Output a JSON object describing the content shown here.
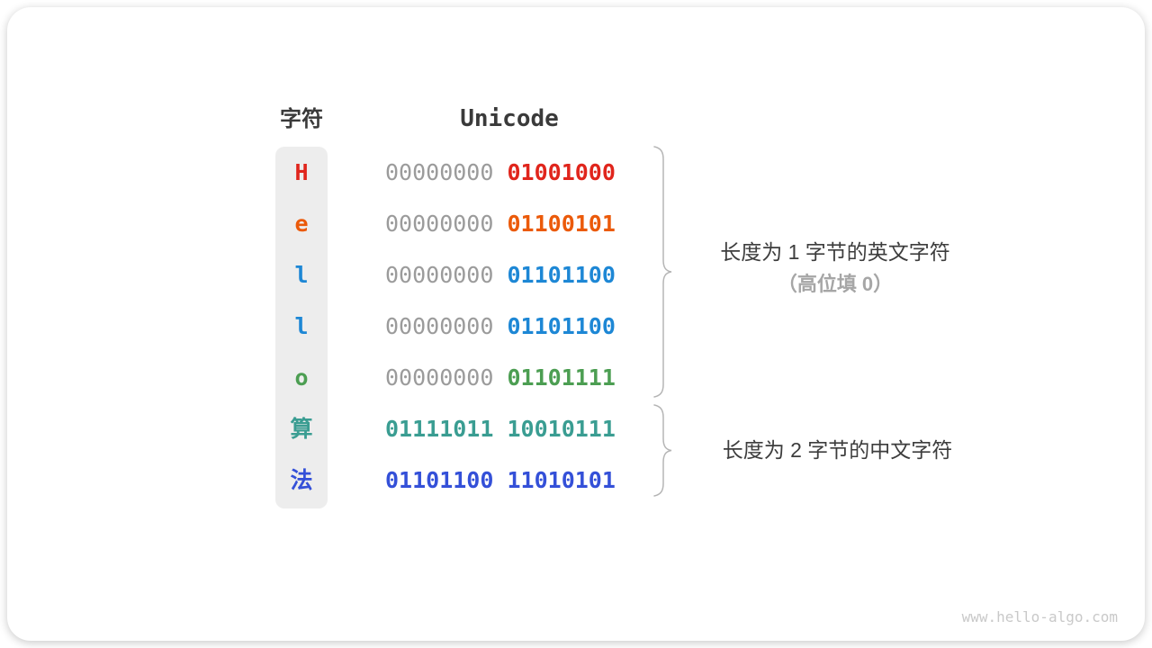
{
  "header": {
    "char_col": "字符",
    "unicode_col": "Unicode"
  },
  "rows": [
    {
      "char": "H",
      "byte1": "00000000",
      "byte2": "01001000",
      "color": "#e0251c",
      "byte1_gray": true
    },
    {
      "char": "e",
      "byte1": "00000000",
      "byte2": "01100101",
      "color": "#eb5a0a",
      "byte1_gray": true
    },
    {
      "char": "l",
      "byte1": "00000000",
      "byte2": "01101100",
      "color": "#1d87d5",
      "byte1_gray": true
    },
    {
      "char": "l",
      "byte1": "00000000",
      "byte2": "01101100",
      "color": "#1d87d5",
      "byte1_gray": true
    },
    {
      "char": "o",
      "byte1": "00000000",
      "byte2": "01101111",
      "color": "#4c9e52",
      "byte1_gray": true
    },
    {
      "char": "算",
      "byte1": "01111011",
      "byte2": "10010111",
      "color": "#3a9d92",
      "byte1_gray": false
    },
    {
      "char": "法",
      "byte1": "01101100",
      "byte2": "11010101",
      "color": "#3450d8",
      "byte1_gray": false
    }
  ],
  "annotations": {
    "english": {
      "line1": "长度为 1 字节的英文字符",
      "line2": "（高位填 0）"
    },
    "chinese": {
      "line1": "长度为 2 字节的中文字符"
    }
  },
  "colors": {
    "byte_gray": "#9b9b9b",
    "char_column_bg": "#ededed",
    "brace": "#b5b5b5",
    "header_text": "#3a3a3a",
    "annotation_text": "#3d3d3d",
    "annotation_muted": "#a6a6a6",
    "watermark": "#c9c9c9"
  },
  "watermark": "www.hello-algo.com"
}
